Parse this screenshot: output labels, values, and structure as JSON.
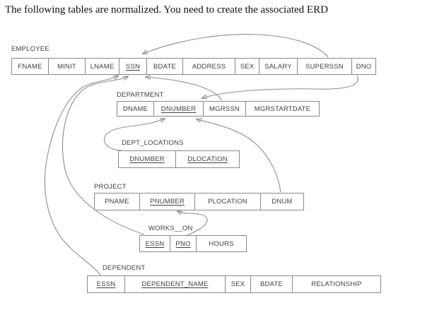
{
  "page_title": "The following tables are normalized. You need to create the associated ERD",
  "tables": {
    "employee": {
      "label": "EMPLOYEE",
      "columns": [
        {
          "text": "FNAME",
          "key": false
        },
        {
          "text": "MINIT",
          "key": false
        },
        {
          "text": "LNAME",
          "key": false
        },
        {
          "text": "SSN",
          "key": true
        },
        {
          "text": "BDATE",
          "key": false
        },
        {
          "text": "ADDRESS",
          "key": false
        },
        {
          "text": "SEX",
          "key": false
        },
        {
          "text": "SALARY",
          "key": false
        },
        {
          "text": "SUPERSSN",
          "key": false
        },
        {
          "text": "DNO",
          "key": false
        }
      ]
    },
    "department": {
      "label": "DEPARTMENT",
      "columns": [
        {
          "text": "DNAME",
          "key": false
        },
        {
          "text": "DNUMBER",
          "key": true
        },
        {
          "text": "MGRSSN",
          "key": false
        },
        {
          "text": "MGRSTARTDATE",
          "key": false
        }
      ]
    },
    "dept_locations": {
      "label": "DEPT_LOCATIONS",
      "columns": [
        {
          "text": "DNUMBER",
          "key": true
        },
        {
          "text": "DLOCATION",
          "key": true
        }
      ]
    },
    "project": {
      "label": "PROJECT",
      "columns": [
        {
          "text": "PNAME",
          "key": false
        },
        {
          "text": "PNUMBER",
          "key": true
        },
        {
          "text": "PLOCATION",
          "key": false
        },
        {
          "text": "DNUM",
          "key": false
        }
      ]
    },
    "works_on": {
      "label": "WORKS__ON",
      "columns": [
        {
          "text": "ESSN",
          "key": true
        },
        {
          "text": "PNO",
          "key": true
        },
        {
          "text": "HOURS",
          "key": false
        }
      ]
    },
    "dependent": {
      "label": "DEPENDENT",
      "columns": [
        {
          "text": "ESSN",
          "key": true
        },
        {
          "text": "DEPENDENT_NAME",
          "key": true
        },
        {
          "text": "SEX",
          "key": false
        },
        {
          "text": "BDATE",
          "key": false
        },
        {
          "text": "RELATIONSHIP",
          "key": false
        }
      ]
    }
  },
  "relationships": [
    {
      "from": "EMPLOYEE.SUPERSSN",
      "to": "EMPLOYEE.SSN"
    },
    {
      "from": "EMPLOYEE.DNO",
      "to": "DEPARTMENT.DNUMBER"
    },
    {
      "from": "DEPARTMENT.MGRSSN",
      "to": "EMPLOYEE.SSN"
    },
    {
      "from": "DEPT_LOCATIONS.DNUMBER",
      "to": "DEPARTMENT.DNUMBER"
    },
    {
      "from": "PROJECT.DNUM",
      "to": "DEPARTMENT.DNUMBER"
    },
    {
      "from": "WORKS_ON.ESSN",
      "to": "EMPLOYEE.SSN"
    },
    {
      "from": "WORKS_ON.PNO",
      "to": "PROJECT.PNUMBER"
    },
    {
      "from": "DEPENDENT.ESSN",
      "to": "EMPLOYEE.SSN"
    }
  ],
  "colors": {
    "line": "#8f8f8f",
    "arrowhead": "#2b2b2b",
    "border": "#8a8a8a",
    "text": "#414141"
  }
}
